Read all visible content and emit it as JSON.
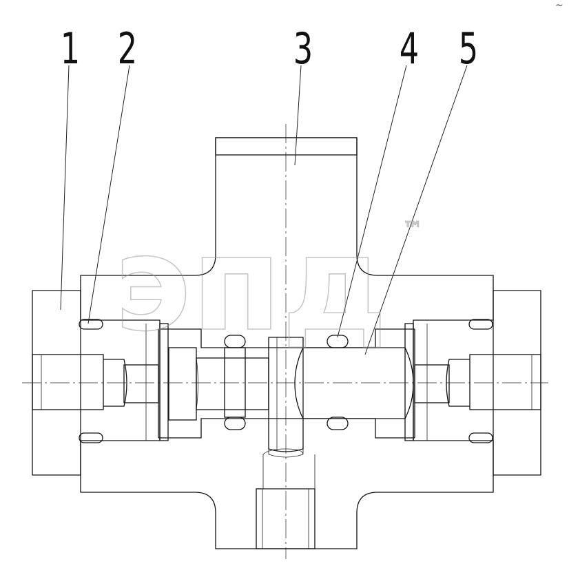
{
  "part_numbers": [
    "1",
    "2",
    "3",
    "4",
    "5"
  ],
  "watermark": {
    "text": "эпд",
    "trademark": "™"
  },
  "corner_mark": "~"
}
